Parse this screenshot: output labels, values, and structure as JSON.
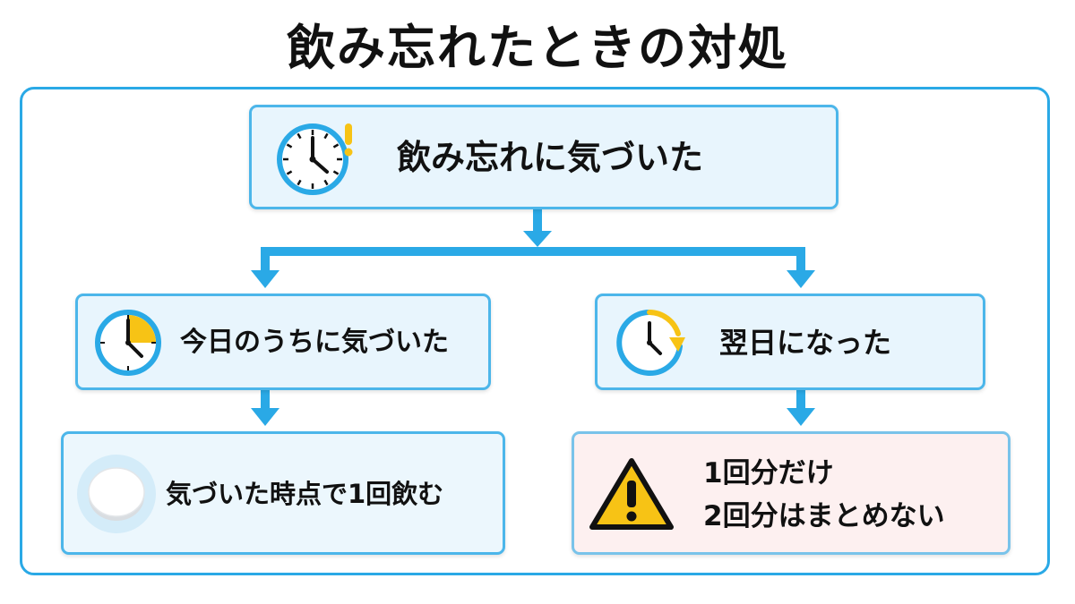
{
  "title": "飲み忘れたときの対処",
  "colors": {
    "accent_blue": "#2aa9e6",
    "box_fill": "#e8f5fd",
    "warn_fill": "#fdf0f0",
    "clock_yellow": "#f7c315"
  },
  "nodes": {
    "root": {
      "label": "飲み忘れに気づいた",
      "icon": "clock-alert-icon"
    },
    "same_day": {
      "label": "今日のうちに気づいた",
      "icon": "clock-partial-icon"
    },
    "next_day": {
      "label": "翌日になった",
      "icon": "clock-arrow-icon"
    },
    "take_now": {
      "label": "気づいた時点で1回飲む",
      "icon": "pill-icon"
    },
    "one_dose": {
      "line1": "1回分だけ",
      "line2": "2回分はまとめない",
      "icon": "warning-icon"
    }
  }
}
